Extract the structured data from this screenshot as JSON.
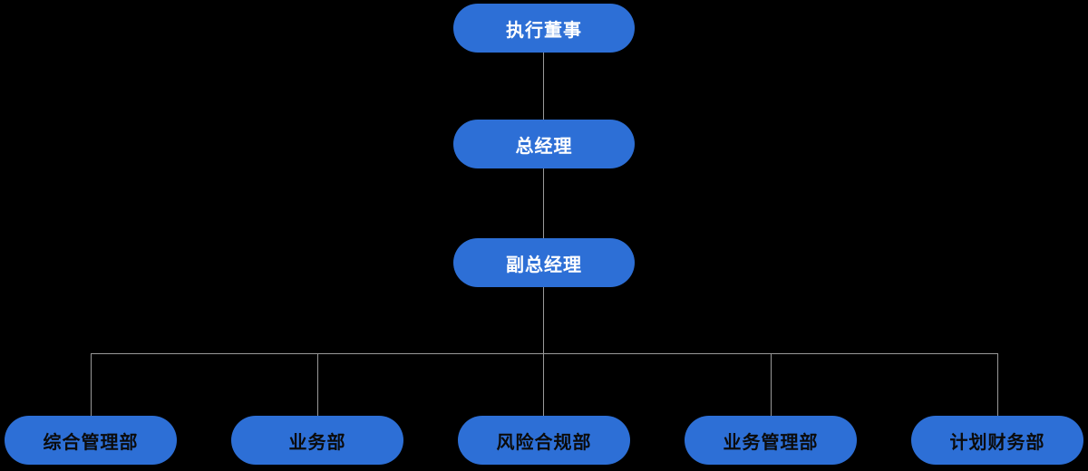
{
  "diagram": {
    "type": "org-chart",
    "colors": {
      "background": "#000000",
      "node_fill": "#2D6FD6",
      "leader_text": "#FFFFFF",
      "department_text": "#0B0B0B",
      "line": "#999999"
    },
    "nodes": {
      "executive_director": {
        "label": "执行董事",
        "level": 1
      },
      "general_manager": {
        "label": "总经理",
        "level": 2
      },
      "deputy_general_manager": {
        "label": "副总经理",
        "level": 3
      },
      "departments": [
        {
          "label": "综合管理部"
        },
        {
          "label": "业务部"
        },
        {
          "label": "风险合规部"
        },
        {
          "label": "业务管理部"
        },
        {
          "label": "计划财务部"
        }
      ]
    },
    "edges": [
      "执行董事 → 总经理",
      "总经理 → 副总经理",
      "副总经理 → 综合管理部",
      "副总经理 → 业务部",
      "副总经理 → 风险合规部",
      "副总经理 → 业务管理部",
      "副总经理 → 计划财务部"
    ]
  }
}
